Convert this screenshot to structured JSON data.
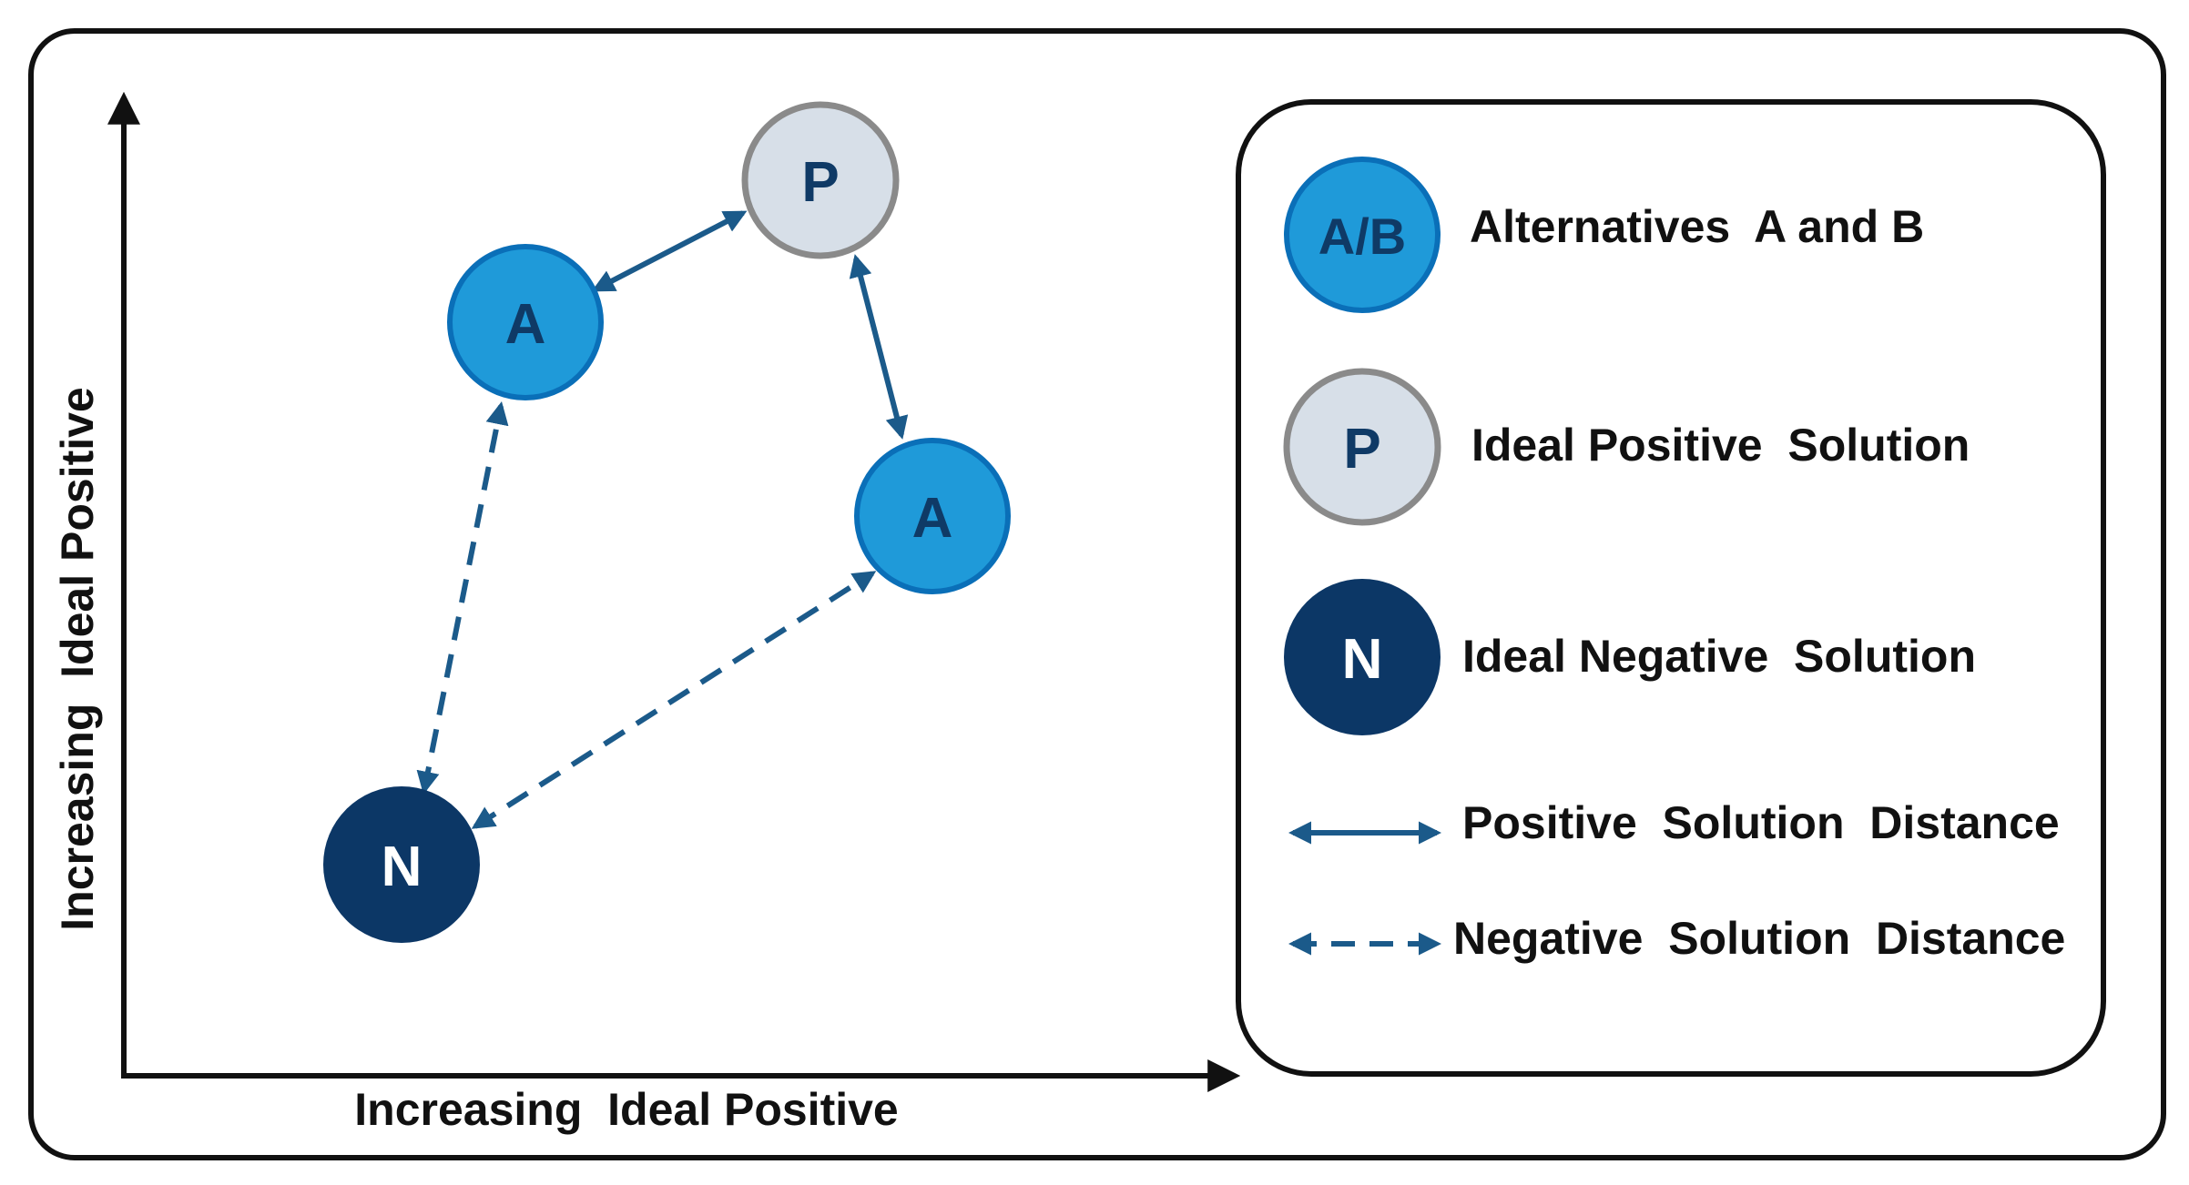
{
  "diagram": {
    "x_axis_label": "Increasing  Ideal Positive",
    "y_axis_label": "Increasing  Ideal Positive",
    "nodes": {
      "ideal_positive": "P",
      "alternative_upper": "A",
      "alternative_lower": "A",
      "ideal_negative": "N"
    }
  },
  "legend": {
    "alternatives_symbol": "A/B",
    "alternatives_label": "Alternatives  A and B",
    "positive_symbol": "P",
    "positive_label": "Ideal Positive  Solution",
    "negative_symbol": "N",
    "negative_label": "Ideal Negative  Solution",
    "positive_distance_label": "Positive  Solution  Distance",
    "negative_distance_label": "Negative  Solution  Distance"
  },
  "colors": {
    "alternative_fill": "#1f9ad9",
    "alternative_stroke": "#0a6fb8",
    "ideal_positive_fill": "#d7dfe8",
    "ideal_positive_stroke": "#8a8a8a",
    "ideal_negative_fill": "#0c3766",
    "node_text_dark": "#0f3a66",
    "arrow": "#1b5a8a",
    "frame": "#111111",
    "text": "#111111"
  }
}
